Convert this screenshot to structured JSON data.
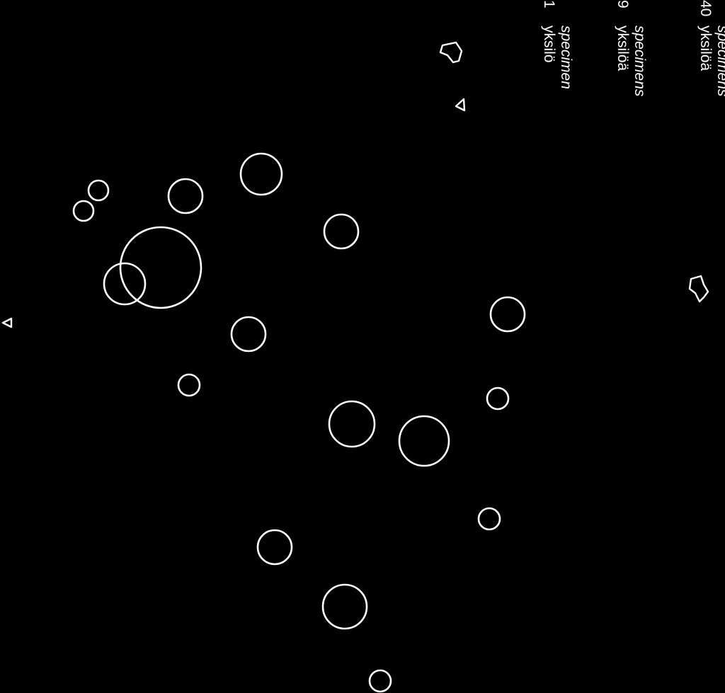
{
  "map": {
    "background_color": "#000000",
    "symbol_color": "#ffffff",
    "legend": [
      {
        "count": "40",
        "label_fi": "yksilöä",
        "label_en": "specimens"
      },
      {
        "count": "9",
        "label_fi": "yksilöä",
        "label_en": "specimens"
      },
      {
        "count": "1",
        "label_fi": "yksilö",
        "label_en": "specimen"
      }
    ]
  }
}
